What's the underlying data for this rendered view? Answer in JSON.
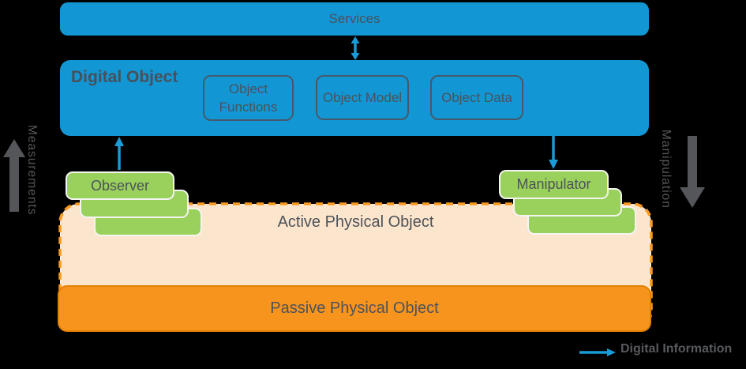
{
  "diagram": {
    "services": {
      "label": "Services"
    },
    "digital_object": {
      "title": "Digital Object",
      "boxes": [
        {
          "label": "Object Functions"
        },
        {
          "label": "Object Model"
        },
        {
          "label": "Object Data"
        }
      ]
    },
    "observer": {
      "label": "Observer"
    },
    "manipulator": {
      "label": "Manipulator"
    },
    "active_physical_object": {
      "label": "Active Physical Object"
    },
    "passive_physical_object": {
      "label": "Passive Physical Object"
    },
    "left_axis": {
      "label": "Measurements",
      "direction": "up"
    },
    "right_axis": {
      "label": "Manipulation",
      "direction": "down"
    },
    "legend": {
      "label": "Digital Information"
    },
    "colors": {
      "blue": "#1297d4",
      "connector_blue": "#1a9ad6",
      "green": "#9ad05c",
      "peach": "#fce5cd",
      "orange": "#f7941e",
      "orange_border": "#e28100",
      "dashed_orange": "#f8981d",
      "gray_arrow": "#54565a",
      "text_gray": "#4c535a"
    }
  }
}
